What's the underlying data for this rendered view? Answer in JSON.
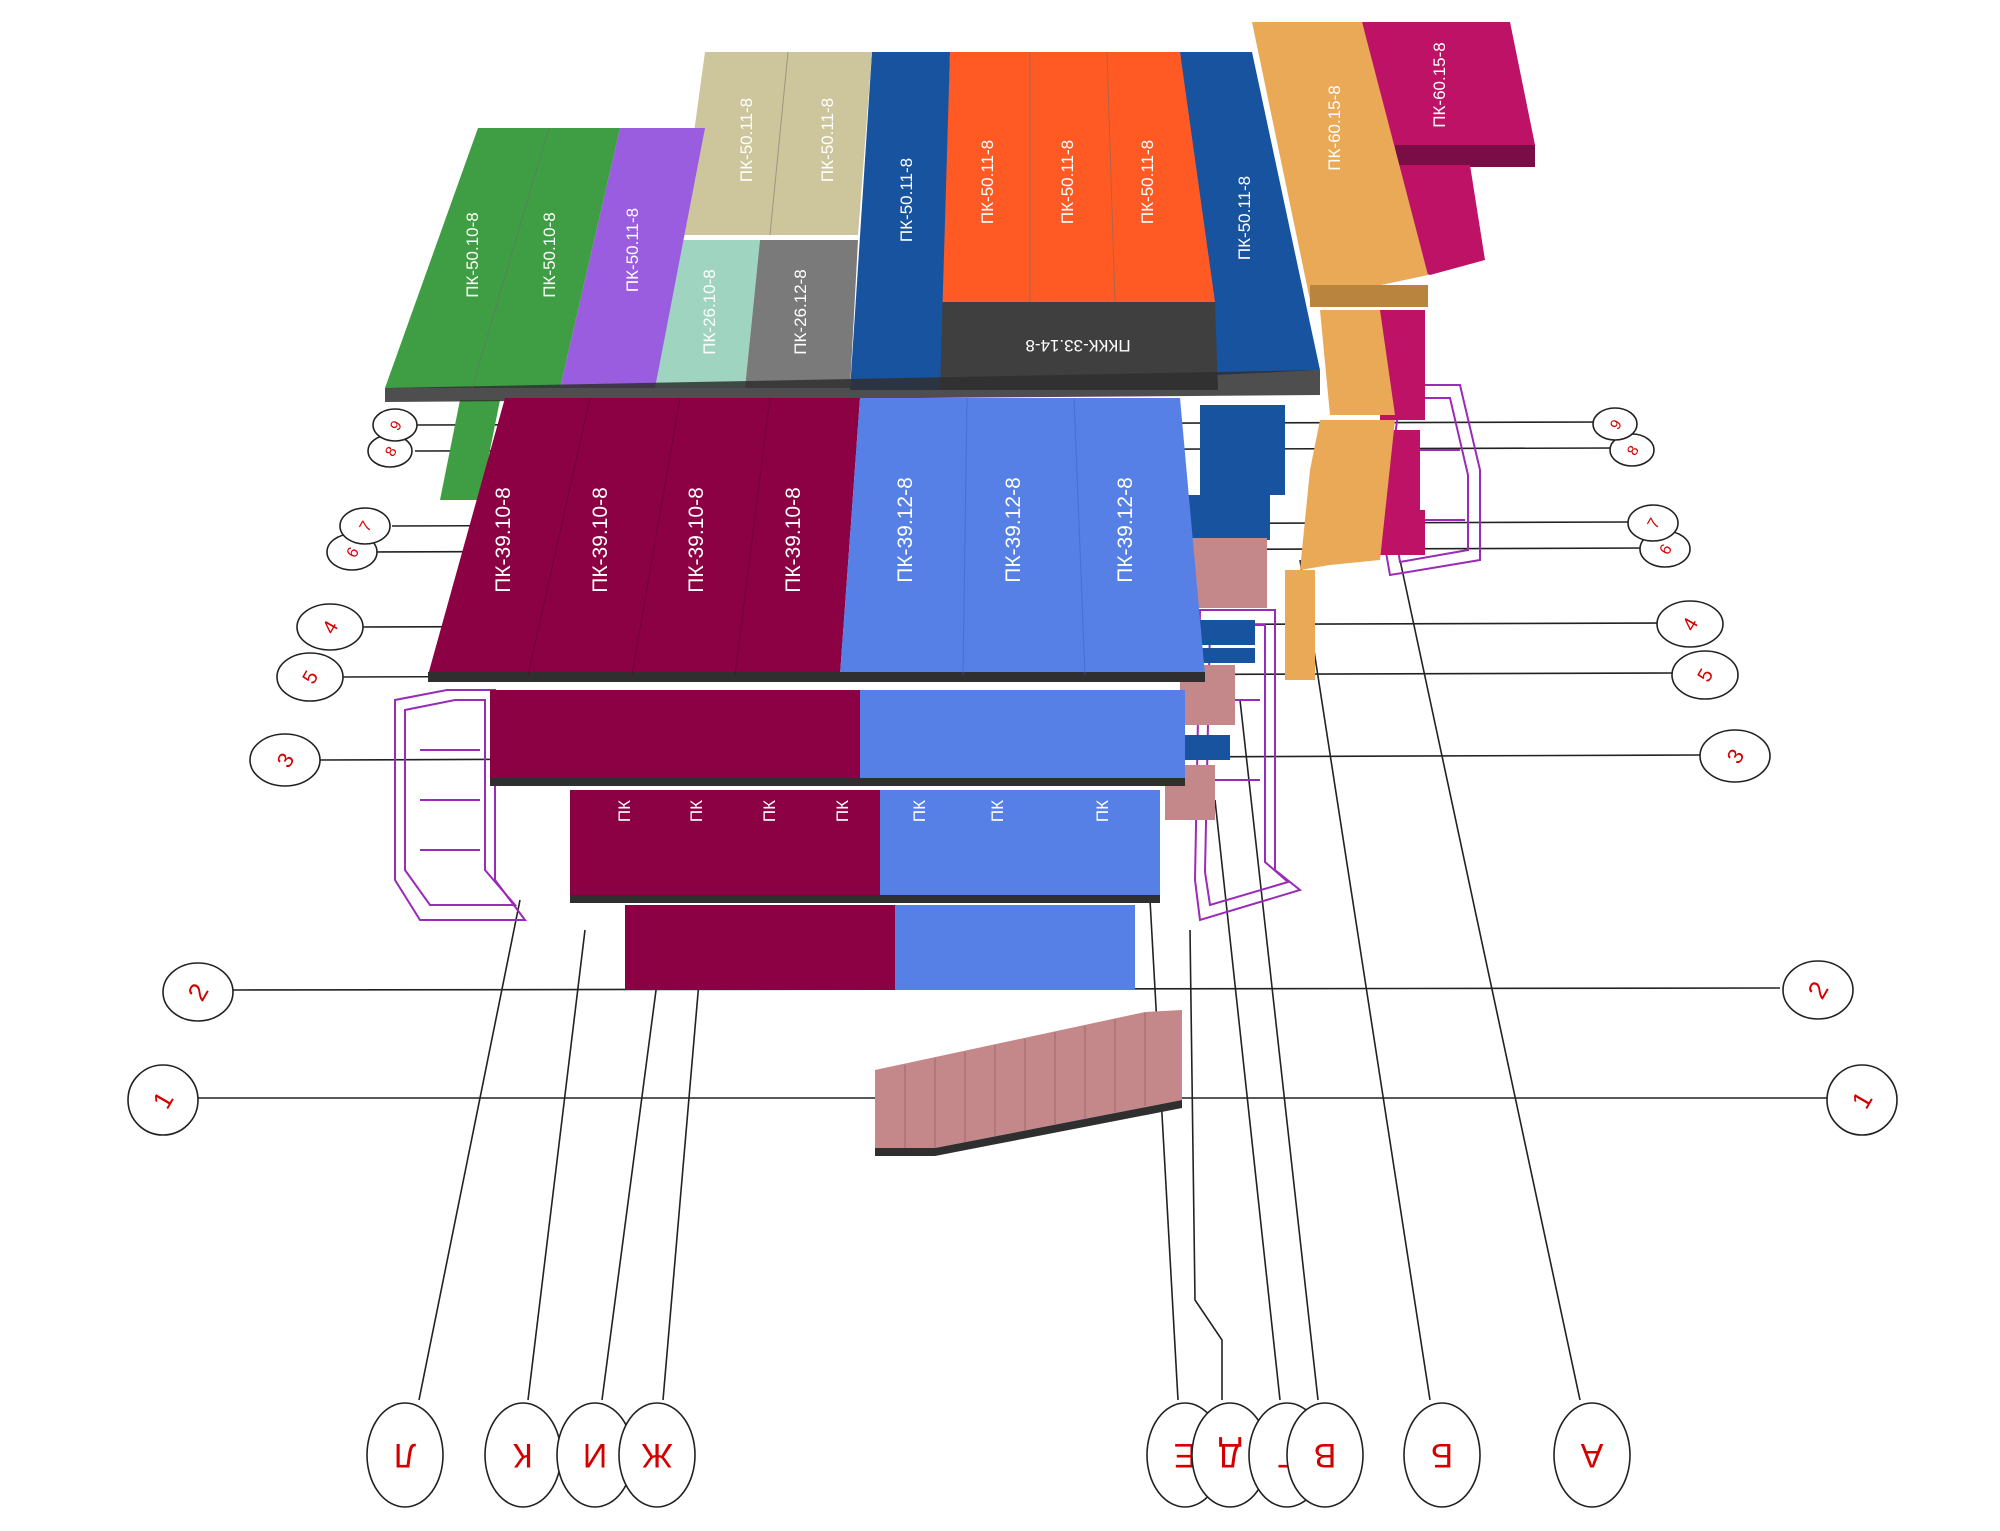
{
  "colors": {
    "green": "#3f9e43",
    "purple": "#9b5de0",
    "khaki": "#cdc59b",
    "mint": "#9fd4c1",
    "gray": "#7a7a7a",
    "navy": "#1853a0",
    "orange": "#ff5a24",
    "dark": "#3f3f3f",
    "sand": "#eaa957",
    "magenta": "#bd1266",
    "wine": "#8c0044",
    "blue": "#5680e6",
    "rail": "#9a2ab8",
    "stair": "#c4888a",
    "axis_text": "#d40000",
    "line": "#222222"
  },
  "slabs": {
    "top": {
      "green": [
        "ПК-50.10-8",
        "ПК-50.10-8"
      ],
      "purple": "ПК-50.11-8",
      "khaki": [
        "ПК-50.11-8",
        "ПК-50.11-8"
      ],
      "mint": "ПК-26.10-8",
      "gray": "ПК-26.12-8",
      "navy_left": "ПК-50.11-8",
      "orange": [
        "ПК-50.11-8",
        "ПК-50.11-8",
        "ПК-50.11-8"
      ],
      "dark": "ПККК-33.14-8",
      "navy_right": "ПК-50.11-8",
      "sand": "ПК-60.15-8",
      "magenta": "ПК-60.15-8"
    },
    "front": {
      "wine": [
        "ПК-39.10-8",
        "ПК-39.10-8",
        "ПК-39.10-8",
        "ПК-39.10-8"
      ],
      "blue": [
        "ПК-39.12-8",
        "ПК-39.12-8",
        "ПК-39.12-8"
      ]
    },
    "lower_stub": "ПК"
  },
  "grid_axes": {
    "rows": [
      "1",
      "2",
      "3",
      "4",
      "5",
      "6",
      "7",
      "8",
      "9"
    ],
    "columns": [
      "Л",
      "К",
      "И",
      "Ж",
      "Е",
      "Д",
      "Г",
      "В",
      "Б",
      "А"
    ]
  }
}
